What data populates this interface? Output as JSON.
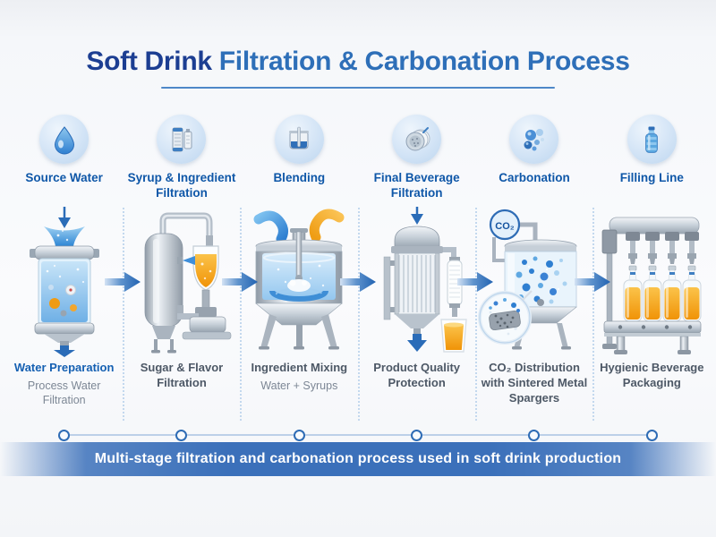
{
  "title": {
    "emphasis": "Soft Drink",
    "rest": "Filtration & Carbonation Process"
  },
  "stages": [
    {
      "icon": "water-drop-icon",
      "label": "Source Water",
      "caption_title": "Water Preparation",
      "caption_sub": "Process Water Filtration"
    },
    {
      "icon": "filter-cartridges-icon",
      "label": "Syrup & Ingredient Filtration",
      "caption_title": "Sugar & Flavor Filtration",
      "caption_sub": ""
    },
    {
      "icon": "mixing-tank-icon",
      "label": "Blending",
      "caption_title": "Ingredient Mixing",
      "caption_sub": "Water + Syrups"
    },
    {
      "icon": "filter-disc-icon",
      "label": "Final Beverage Filtration",
      "caption_title": "Product Quality Protection",
      "caption_sub": ""
    },
    {
      "icon": "bubbles-icon",
      "label": "Carbonation",
      "caption_title": "CO₂ Distribution with Sintered Metal Spargers",
      "caption_sub": ""
    },
    {
      "icon": "bottle-icon",
      "label": "Filling Line",
      "caption_title": "Hygienic Beverage Packaging",
      "caption_sub": ""
    }
  ],
  "annotations": {
    "co2_tag": "CO₂"
  },
  "banner": {
    "text": "Multi-stage filtration and carbonation process used in soft drink production"
  },
  "colors": {
    "title_emphasis": "#1c3e92",
    "title_rest": "#2e6fb8",
    "stage_label": "#0f57a8",
    "caption_blue": "#1560b2",
    "caption_gray": "#4d5866",
    "caption_sub": "#7d8795",
    "arrow": "#2467b5",
    "banner": "#3b70ba",
    "water": "#2f86d4",
    "syrup_orange": "#f09307"
  }
}
